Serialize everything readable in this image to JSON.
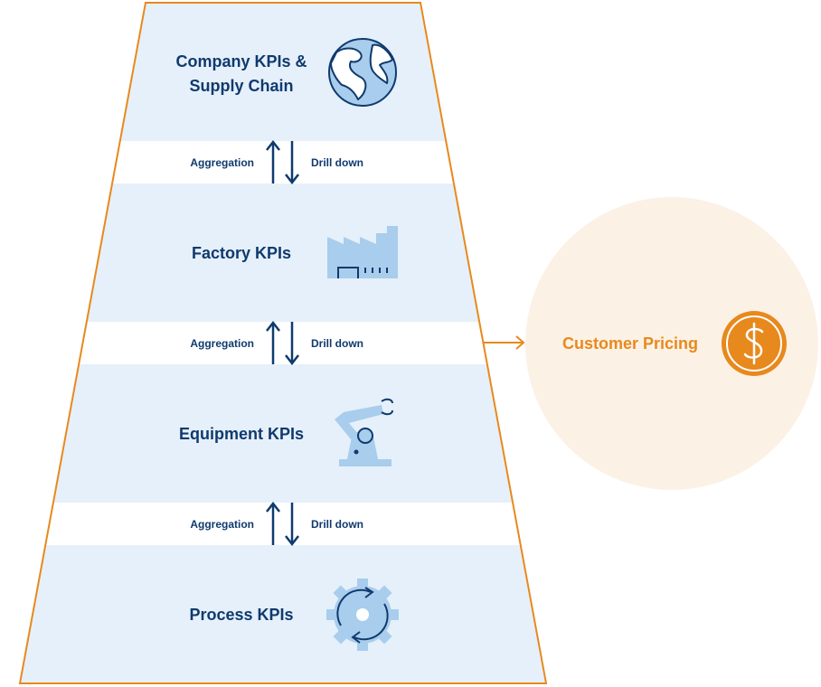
{
  "levels": [
    {
      "label_line1": "Company KPIs &",
      "label_line2": "Supply Chain",
      "icon": "globe-icon"
    },
    {
      "label": "Factory KPIs",
      "icon": "factory-icon"
    },
    {
      "label": "Equipment KPIs",
      "icon": "robot-arm-icon"
    },
    {
      "label": "Process KPIs",
      "icon": "gear-cycle-icon"
    }
  ],
  "connectors": [
    {
      "up_label": "Aggregation",
      "down_label": "Drill down"
    },
    {
      "up_label": "Aggregation",
      "down_label": "Drill down"
    },
    {
      "up_label": "Aggregation",
      "down_label": "Drill down"
    }
  ],
  "output": {
    "label": "Customer Pricing",
    "icon": "dollar-coin-icon"
  },
  "colors": {
    "band": "#e6f0fa",
    "navy": "#0f3a6e",
    "icon_blue": "#a9cdec",
    "orange": "#e8891d",
    "circle_fill": "#fcf1e5"
  }
}
